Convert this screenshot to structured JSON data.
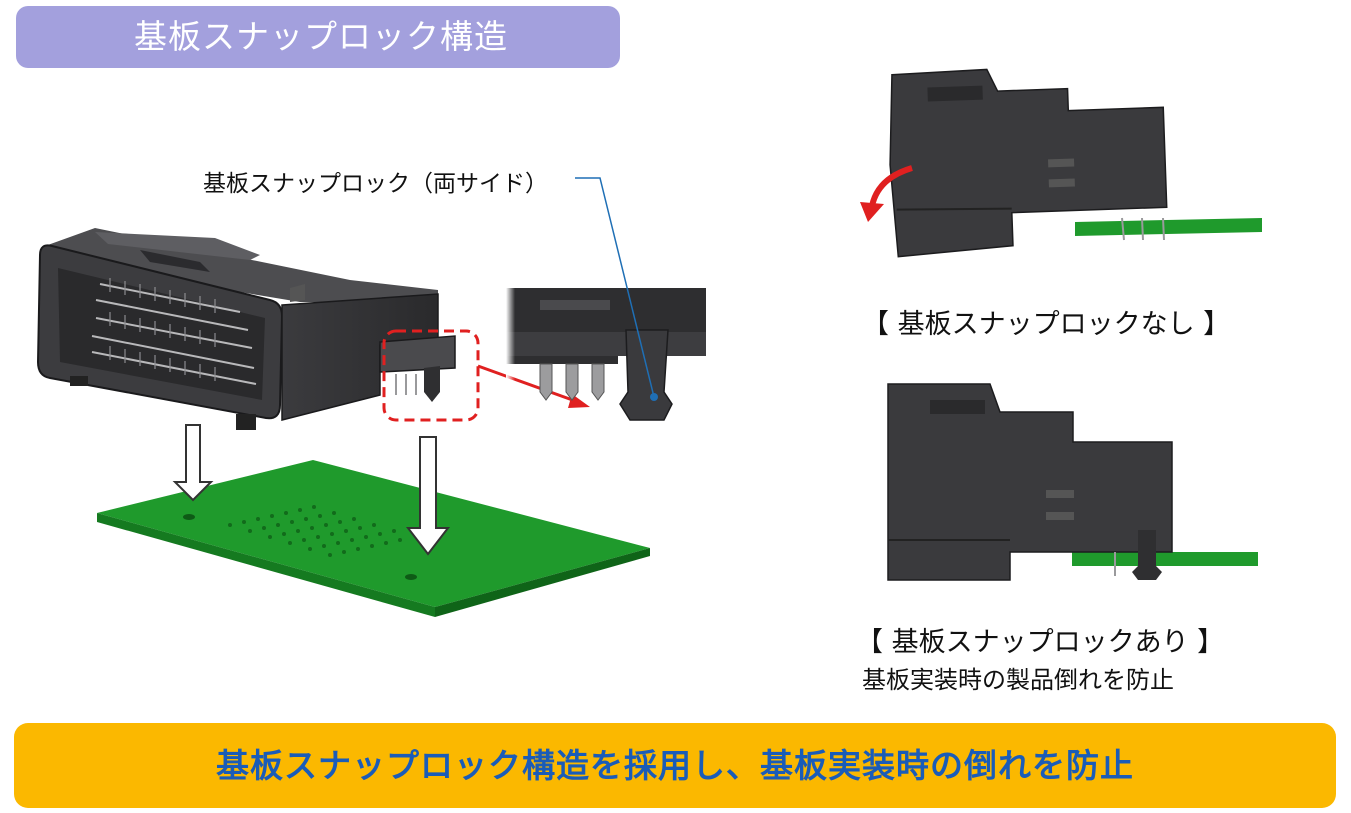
{
  "title": "基板スナップロック構造",
  "callout": "基板スナップロック（両サイド）",
  "caption_without": "【 基板スナップロックなし 】",
  "caption_with": "【 基板スナップロックあり 】",
  "caption_with_note": "基板実装時の製品倒れを防止",
  "banner": "基板スナップロック構造を採用し、基板実装時の倒れを防止",
  "colors": {
    "title_bg": "#a3a0dd",
    "banner_bg": "#fbb800",
    "banner_text": "#1a5cb8",
    "pcb": "#1f9a2c",
    "connector": "#3a3a3c",
    "highlight": "#e02020",
    "leader": "#1f6fb5"
  }
}
